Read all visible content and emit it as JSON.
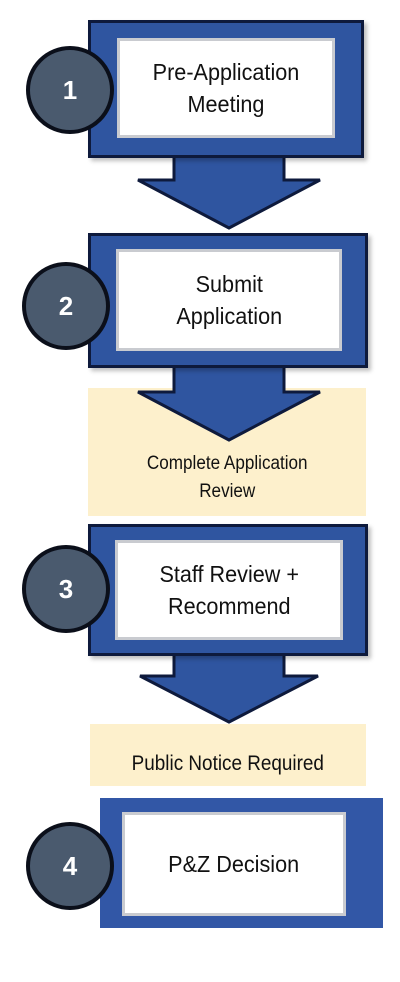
{
  "steps": [
    {
      "number": "1",
      "label_line1": "Pre-Application",
      "label_line2": "Meeting"
    },
    {
      "number": "2",
      "label_line1": "Submit",
      "label_line2": "Application"
    },
    {
      "number": "3",
      "label_line1": "Staff Review +",
      "label_line2": "Recommend"
    },
    {
      "number": "4",
      "label_line1": "P&Z Decision",
      "label_line2": ""
    }
  ],
  "notes": {
    "review_line1": "Complete Application",
    "review_line2": "Review",
    "public_notice": "Public Notice Required"
  },
  "colors": {
    "box_fill": "#2f55a0",
    "box_outline": "#0e1a3c",
    "badge_fill": "#4a5a6e",
    "note_fill": "#fdf0cc"
  }
}
